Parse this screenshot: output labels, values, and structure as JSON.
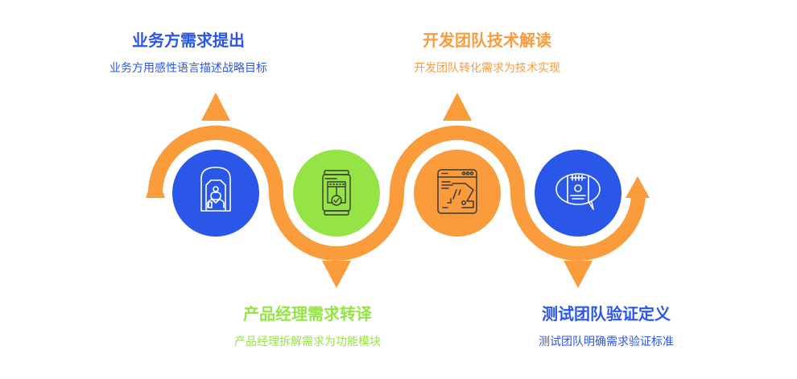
{
  "colors": {
    "blue": "#2B57E8",
    "green": "#94E445",
    "orange": "#FA9B3C",
    "icon_dark": "#3A3A3A",
    "white": "#FFFFFF"
  },
  "steps": [
    {
      "title": "业务方需求提出",
      "desc": "业务方用感性语言描述战略目标",
      "color": "#2B57E8",
      "icon": "person-badge-icon",
      "position": "top"
    },
    {
      "title": "产品经理需求转译",
      "desc": "产品经理拆解需求为功能模块",
      "color": "#94E445",
      "icon": "document-check-icon",
      "position": "bottom"
    },
    {
      "title": "开发团队技术解读",
      "desc": "开发团队转化需求为技术实现",
      "color": "#FA9B3C",
      "icon": "browser-code-icon",
      "position": "top"
    },
    {
      "title": "测试团队验证定义",
      "desc": "测试团队明确需求验证标准",
      "color": "#2B57E8",
      "icon": "speech-report-icon",
      "position": "bottom"
    }
  ]
}
